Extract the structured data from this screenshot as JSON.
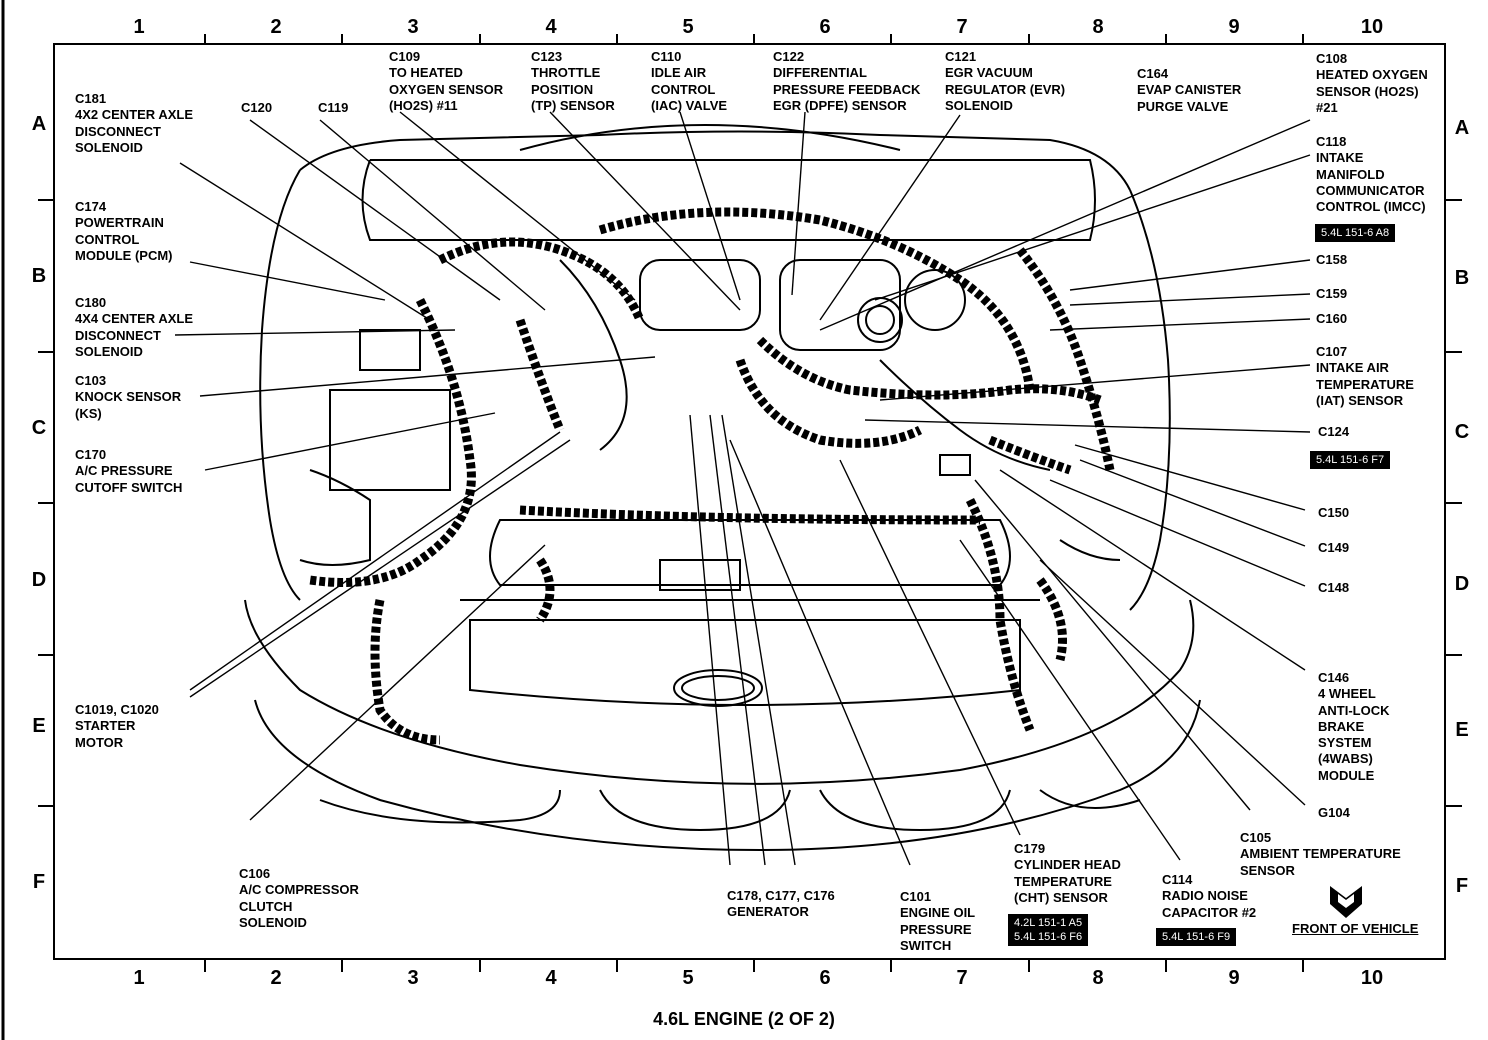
{
  "title": "4.6L ENGINE (2 OF 2)",
  "grid": {
    "columns": [
      "1",
      "2",
      "3",
      "4",
      "5",
      "6",
      "7",
      "8",
      "9",
      "10"
    ],
    "rows": [
      "A",
      "B",
      "C",
      "D",
      "E",
      "F"
    ]
  },
  "callouts": {
    "c181": "C181\n4X2 CENTER AXLE\nDISCONNECT\nSOLENOID",
    "c174": "C174\nPOWERTRAIN\nCONTROL\nMODULE (PCM)",
    "c180": "C180\n4X4 CENTER AXLE\nDISCONNECT\nSOLENOID",
    "c103": "C103\nKNOCK SENSOR\n(KS)",
    "c170": "C170\nA/C PRESSURE\nCUTOFF SWITCH",
    "c1019": "C1019, C1020\nSTARTER\nMOTOR",
    "c120": "C120",
    "c119": "C119",
    "c109": "C109\nTO HEATED\nOXYGEN SENSOR\n(HO2S) #11",
    "c123": "C123\nTHROTTLE\nPOSITION\n(TP) SENSOR",
    "c110": "C110\nIDLE AIR\nCONTROL\n(IAC) VALVE",
    "c122": "C122\nDIFFERENTIAL\nPRESSURE FEEDBACK\nEGR (DPFE) SENSOR",
    "c121": "C121\nEGR VACUUM\nREGULATOR (EVR)\nSOLENOID",
    "c164": "C164\nEVAP CANISTER\nPURGE VALVE",
    "c108": "C108\nHEATED OXYGEN\nSENSOR (HO2S)\n#21",
    "c118": "C118\nINTAKE\nMANIFOLD\nCOMMUNICATOR\nCONTROL (IMCC)",
    "c158": "C158",
    "c159": "C159",
    "c160": "C160",
    "c107": "C107\nINTAKE AIR\nTEMPERATURE\n(IAT) SENSOR",
    "c124": "C124",
    "c150": "C150",
    "c149": "C149",
    "c148": "C148",
    "c146": "C146\n4 WHEEL\nANTI-LOCK\nBRAKE\nSYSTEM\n(4WABS)\nMODULE",
    "g104": "G104",
    "c105": "C105\nAMBIENT TEMPERATURE\nSENSOR",
    "c114": "C114\nRADIO NOISE\nCAPACITOR #2",
    "c179": "C179\nCYLINDER HEAD\nTEMPERATURE\n(CHT) SENSOR",
    "c101": "C101\nENGINE OIL\nPRESSURE\nSWITCH",
    "c178": "C178, C177, C176\nGENERATOR",
    "c106": "C106\nA/C COMPRESSOR\nCLUTCH\nSOLENOID"
  },
  "badges": {
    "imcc": "5.4L 151-6 A8",
    "c124": "5.4L 151-6 F7",
    "c179": "4.2L 151-1 A5\n5.4L 151-6 F6",
    "c114": "5.4L 151-6 F9"
  },
  "front_of_vehicle": "FRONT OF VEHICLE"
}
